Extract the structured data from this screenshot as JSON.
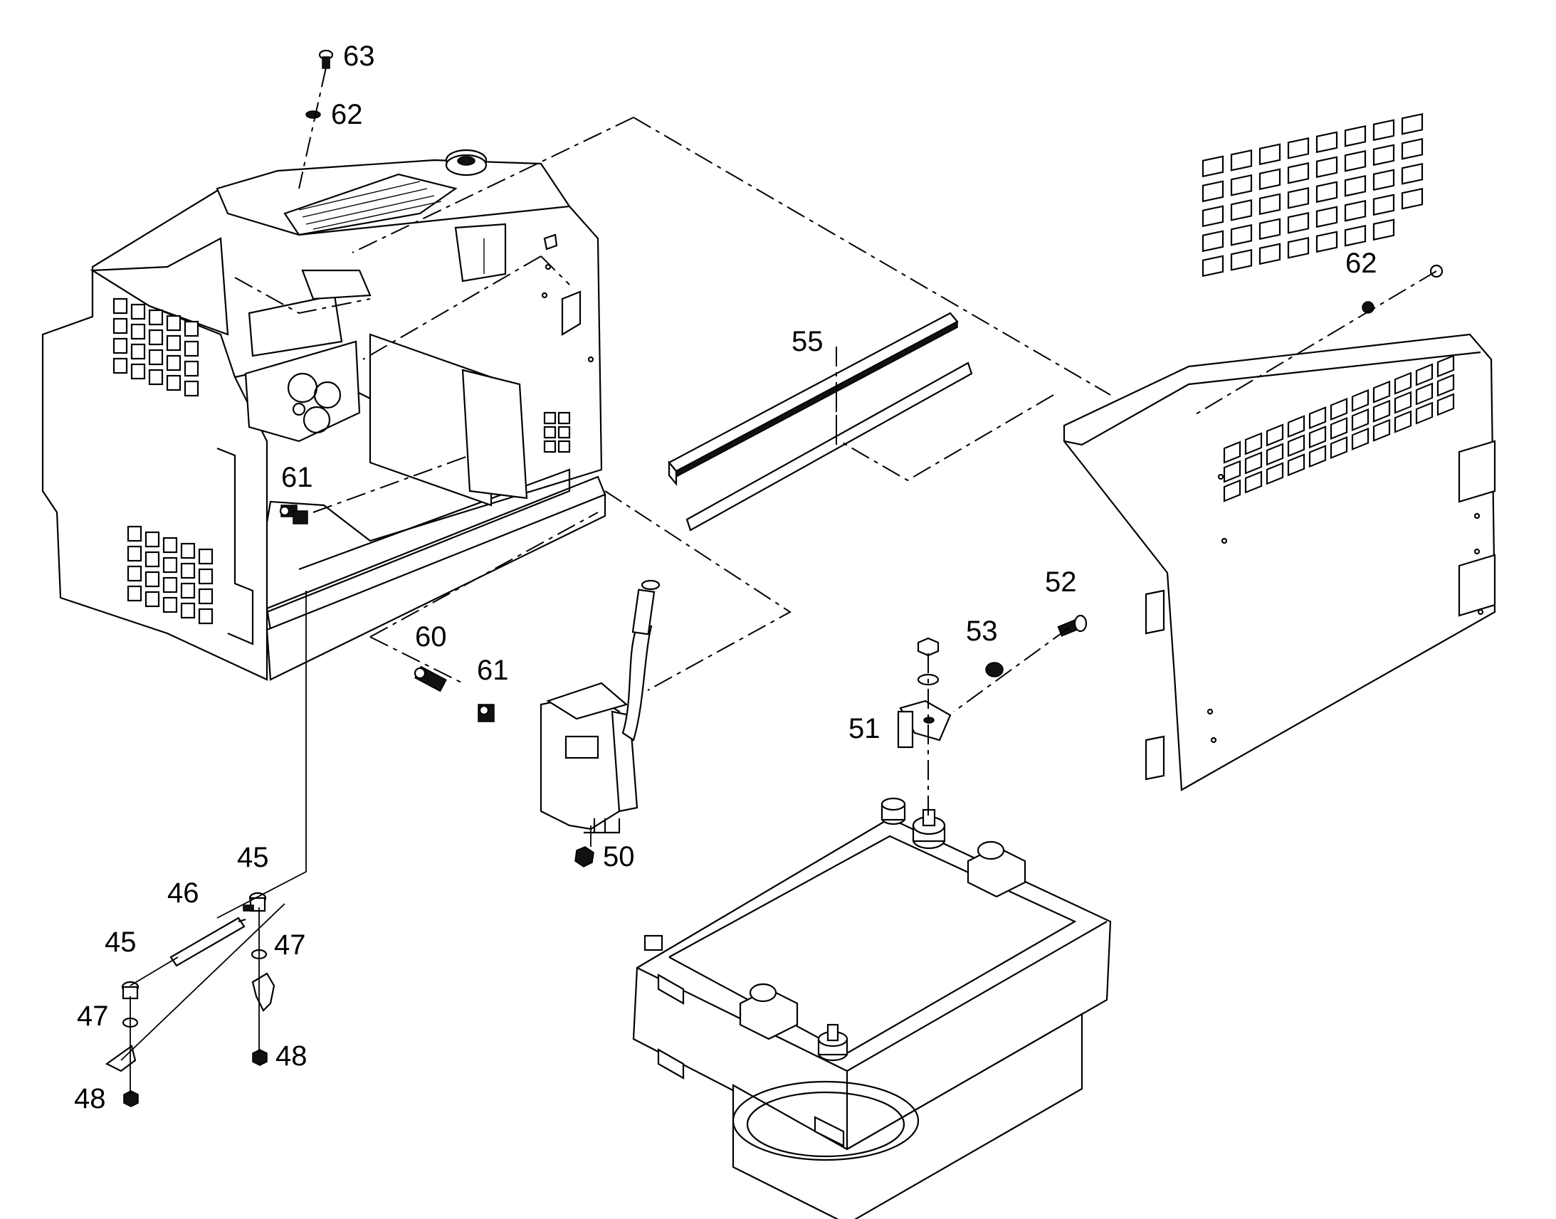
{
  "callouts": [
    {
      "id": "c63",
      "text": "63"
    },
    {
      "id": "c62a",
      "text": "62"
    },
    {
      "id": "c62b",
      "text": "62"
    },
    {
      "id": "c55",
      "text": "55"
    },
    {
      "id": "c61a",
      "text": "61"
    },
    {
      "id": "c60",
      "text": "60"
    },
    {
      "id": "c61b",
      "text": "61"
    },
    {
      "id": "c53",
      "text": "53"
    },
    {
      "id": "c52",
      "text": "52"
    },
    {
      "id": "c51",
      "text": "51"
    },
    {
      "id": "c50",
      "text": "50"
    },
    {
      "id": "c45a",
      "text": "45"
    },
    {
      "id": "c46",
      "text": "46"
    },
    {
      "id": "c45b",
      "text": "45"
    },
    {
      "id": "c47a",
      "text": "47"
    },
    {
      "id": "c47b",
      "text": "47"
    },
    {
      "id": "c48a",
      "text": "48"
    },
    {
      "id": "c48b",
      "text": "48"
    }
  ]
}
